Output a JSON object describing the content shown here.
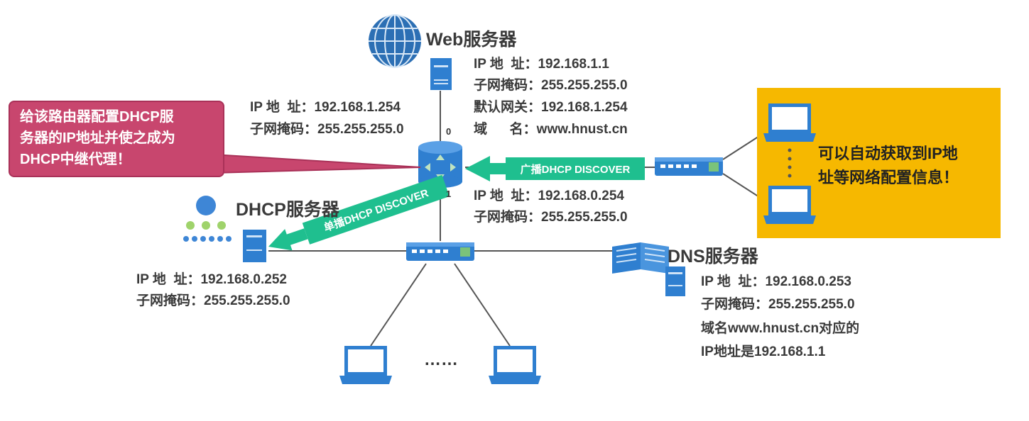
{
  "web_server": {
    "title": "Web服务器",
    "ip": "IP 地  址：192.168.1.1",
    "mask": "子网掩码：255.255.255.0",
    "gateway": "默认网关：192.168.1.254",
    "domain": "域      名：www.hnust.cn"
  },
  "router": {
    "port0": "0",
    "port1": "1",
    "port0_ip": "IP 地  址：192.168.1.254",
    "port0_mask": "子网掩码：255.255.255.0",
    "port1_ip": "IP 地  址：192.168.0.254",
    "port1_mask": "子网掩码：255.255.255.0"
  },
  "callout": {
    "lines": [
      "给该路由器配置DHCP服",
      "务器的IP地址并使之成为",
      "DHCP中继代理！"
    ],
    "color": "#c8466e"
  },
  "dhcp_server": {
    "title": "DHCP服务器",
    "ip": "IP 地  址：192.168.0.252",
    "mask": "子网掩码：255.255.255.0"
  },
  "dns_server": {
    "title": "DNS服务器",
    "ip": "IP 地  址：192.168.0.253",
    "mask": "子网掩码：255.255.255.0",
    "note1": "域名www.hnust.cn对应的",
    "note2": "IP地址是192.168.1.1"
  },
  "arrows": {
    "broadcast": "广播DHCP DISCOVER",
    "unicast": "单播DHCP DISCOVER",
    "color": "#1fbf8f"
  },
  "yellow_note": {
    "lines": [
      "可以自动获取到IP地",
      "址等网络配置信息！"
    ],
    "color": "#f6b800"
  },
  "ellipsis_bottom": "……",
  "icons": [
    "globe-icon",
    "server-icon",
    "router-icon",
    "switch-icon",
    "laptop-icon",
    "book-icon",
    "people-icon"
  ]
}
